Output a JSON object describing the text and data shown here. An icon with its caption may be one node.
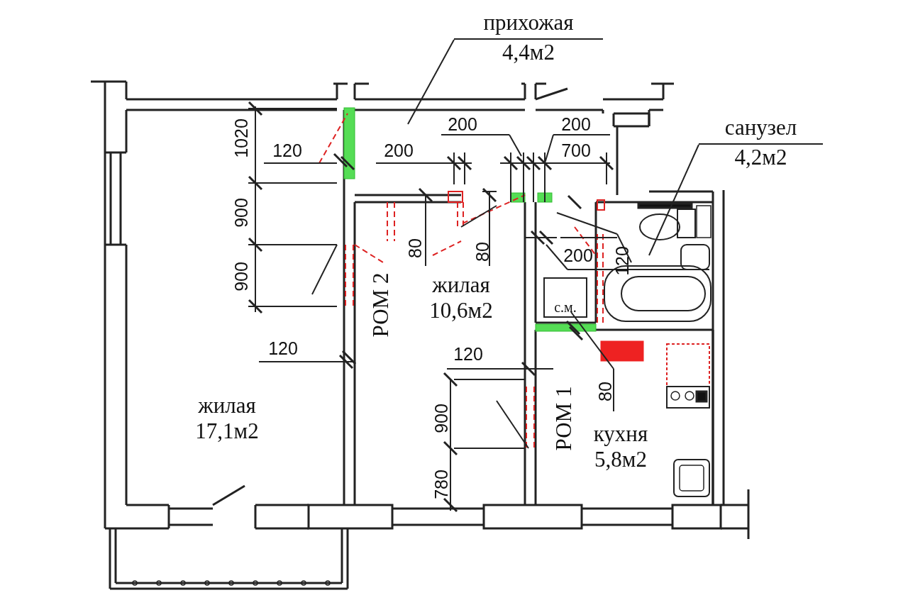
{
  "diagram": {
    "nodes": [
      {
        "text": [
          "прихожая",
          "4,4м2"
        ]
      },
      {
        "text": [
          "санузел",
          "4,2м2"
        ]
      }
    ],
    "edges": [
      {
        "from": 0,
        "to": null,
        "arrow": "none"
      },
      {
        "from": 1,
        "to": null,
        "arrow": "none"
      }
    ],
    "labels": [
      "1020",
      "900",
      "900",
      "120",
      "200",
      "200",
      "200",
      "700",
      "80",
      "80",
      "200",
      "120",
      "с.м.",
      "жилая 10,6м2",
      "РОМ 2",
      "120",
      "120",
      "900",
      "80",
      "РОМ 1",
      "жилая 17,1м2",
      "кухня 5,8м2",
      "780"
    ]
  }
}
